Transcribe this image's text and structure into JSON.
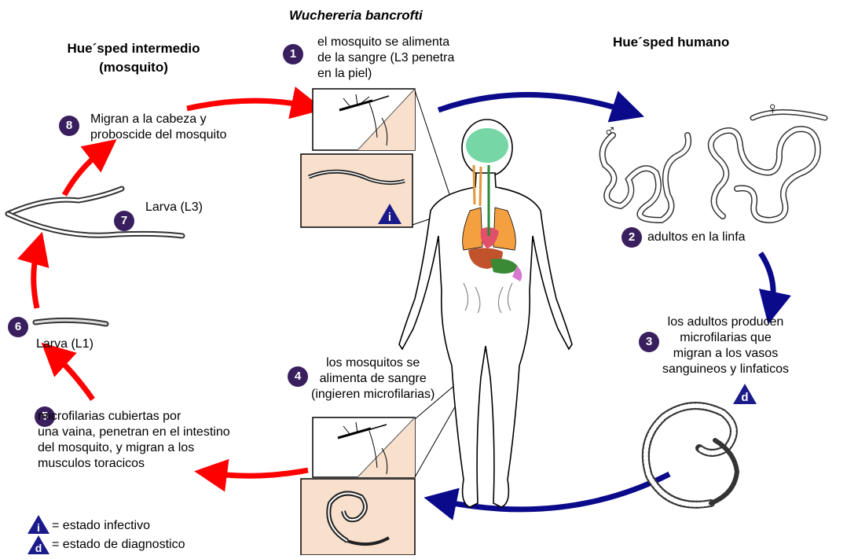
{
  "title": "Wuchereria bancrofti",
  "header_intermediate": "Hue´sped intermedio\n(mosquito)",
  "header_human": "Hue´sped humano",
  "steps": [
    {
      "num": "1",
      "text": "el mosquito se alimenta\nde la sangre (L3 penetra\nen la piel)"
    },
    {
      "num": "2",
      "text": "adultos en la linfa"
    },
    {
      "num": "3",
      "text": "los adultos producen\nmicrofilarias que\nmigran a los vasos\nsanguineos y linfaticos"
    },
    {
      "num": "4",
      "text": "los mosquitos se\nalimenta de sangre\n(ingieren microfilarias)"
    },
    {
      "num": "5",
      "text": "microfilarias cubiertas por\nuna vaina, penetran en el intestino\ndel mosquito, y migran a los\nmusculos toracicos"
    },
    {
      "num": "6",
      "text": "Larva (L1)"
    },
    {
      "num": "7",
      "text": "Larva (L3)"
    },
    {
      "num": "8",
      "text": "Migran a la cabeza y\nproboscide del mosquito"
    }
  ],
  "symbols": {
    "male": "♂",
    "female": "♀",
    "infective": "i",
    "diagnostic": "d"
  },
  "legend": [
    {
      "icon": "i",
      "text": "= estado infectivo"
    },
    {
      "icon": "d",
      "text": "= estado de diagnostico"
    }
  ],
  "colors": {
    "mosquito_cycle_arrow": "#ff0000",
    "human_cycle_arrow": "#0a0a8a",
    "badge": "#3a1f5e",
    "panel": "#f8e0cc"
  }
}
